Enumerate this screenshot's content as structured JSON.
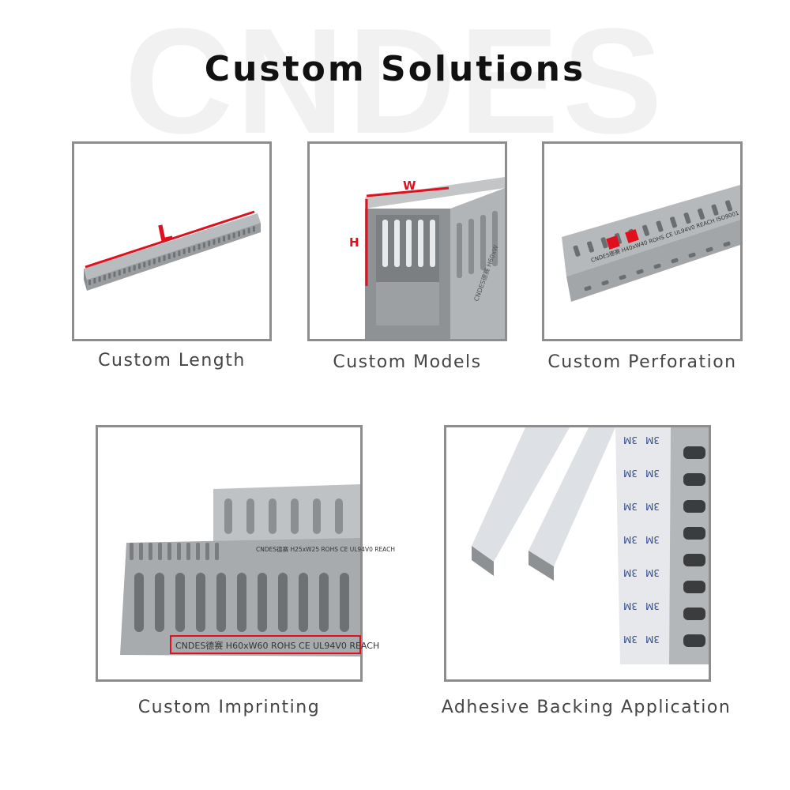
{
  "watermark": "CNDES",
  "title": "Custom Solutions",
  "items": [
    {
      "caption": "Custom Length",
      "marker": "L"
    },
    {
      "caption": "Custom Models",
      "marker_w": "W",
      "marker_h": "H",
      "print": "CNDES德赛 H60xW"
    },
    {
      "caption": "Custom Perforation",
      "print": "CNDES德赛 H40xW40 ROHS CE UL94V0 REACH ISO9001"
    },
    {
      "caption": "Custom Imprinting",
      "print_small": "CNDES德赛 H25xW25 ROHS CE UL94V0 REACH",
      "print_large": "CNDES德赛 H60xW60 ROHS CE UL94V0 REACH"
    },
    {
      "caption": "Adhesive Backing Application",
      "tape_text": "3M"
    }
  ],
  "colors": {
    "accent": "#e0101e",
    "frame": "#8d8d8d",
    "duct": "#a9acae"
  }
}
